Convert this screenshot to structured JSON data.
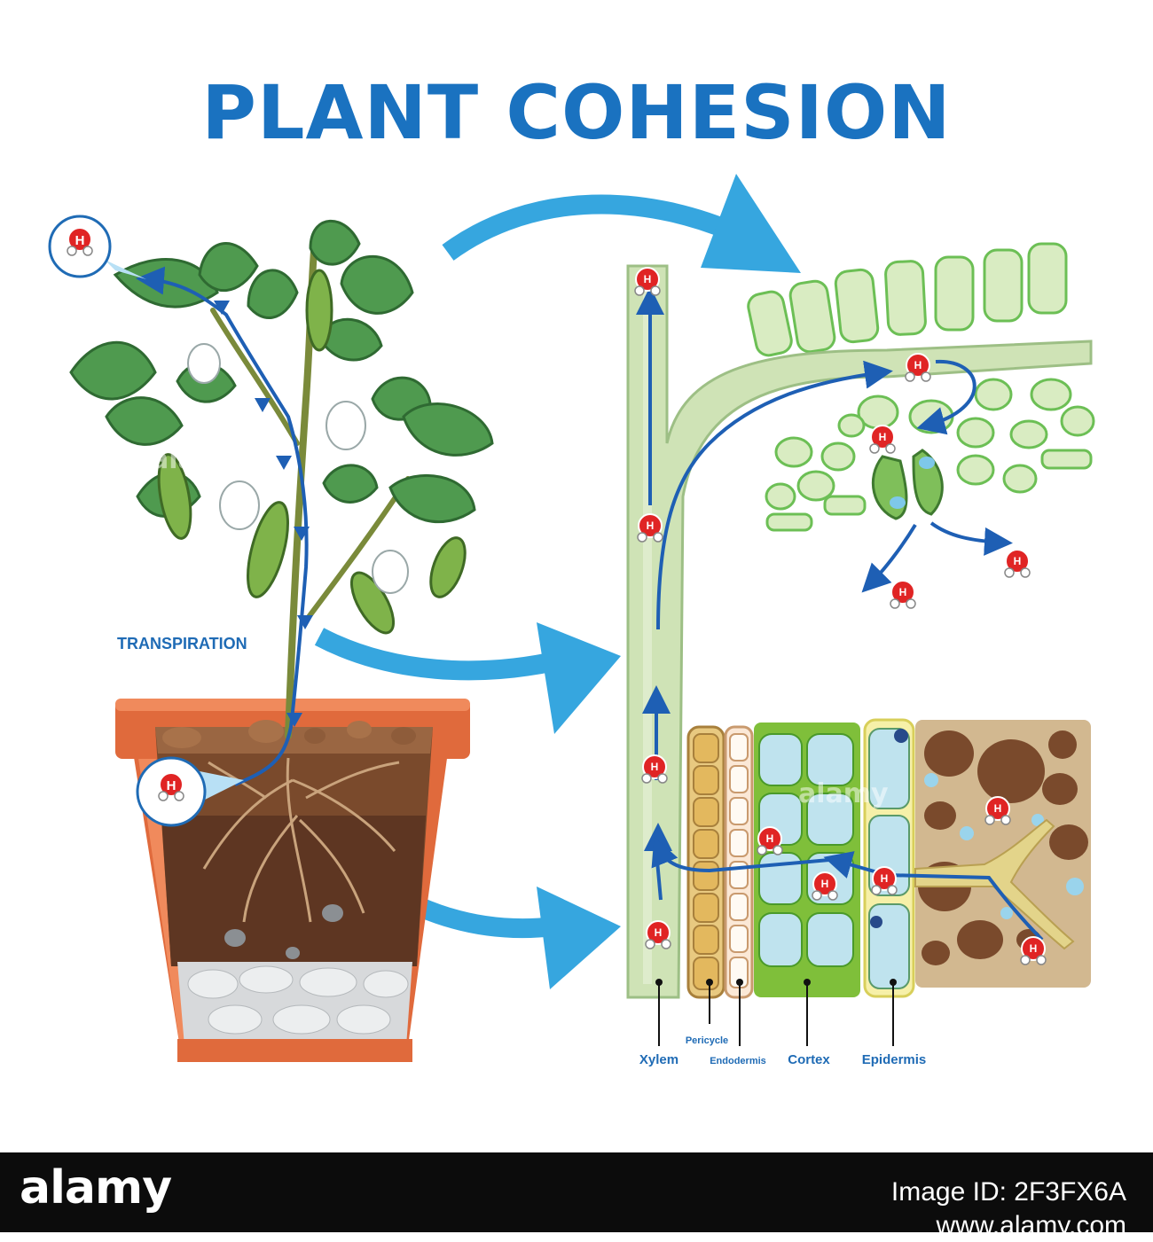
{
  "title": "PLANT COHESION",
  "labels": {
    "transpiration": "TRANSPIRATION",
    "xylem": "Xylem",
    "pericycle": "Pericycle",
    "endodermis": "Endodermis",
    "cortex": "Cortex",
    "epidermis": "Epidermis"
  },
  "molecule_symbol": "H",
  "watermark": "alamy",
  "footer": {
    "logo": "alamy",
    "image_id_line1": "Image ID: 2F3FX6A",
    "image_id_line2": "www.alamy.com"
  },
  "colors": {
    "title": "#1a72c0",
    "arrow": "#36a6df",
    "flow_line": "#1e5fb4",
    "leaf": "#4f9a4f",
    "xylem": "#cfe3b6",
    "pot": "#e06a3c",
    "soil": "#7a4a2c",
    "molecule_red": "#e02424",
    "label": "#1f6bb5"
  }
}
